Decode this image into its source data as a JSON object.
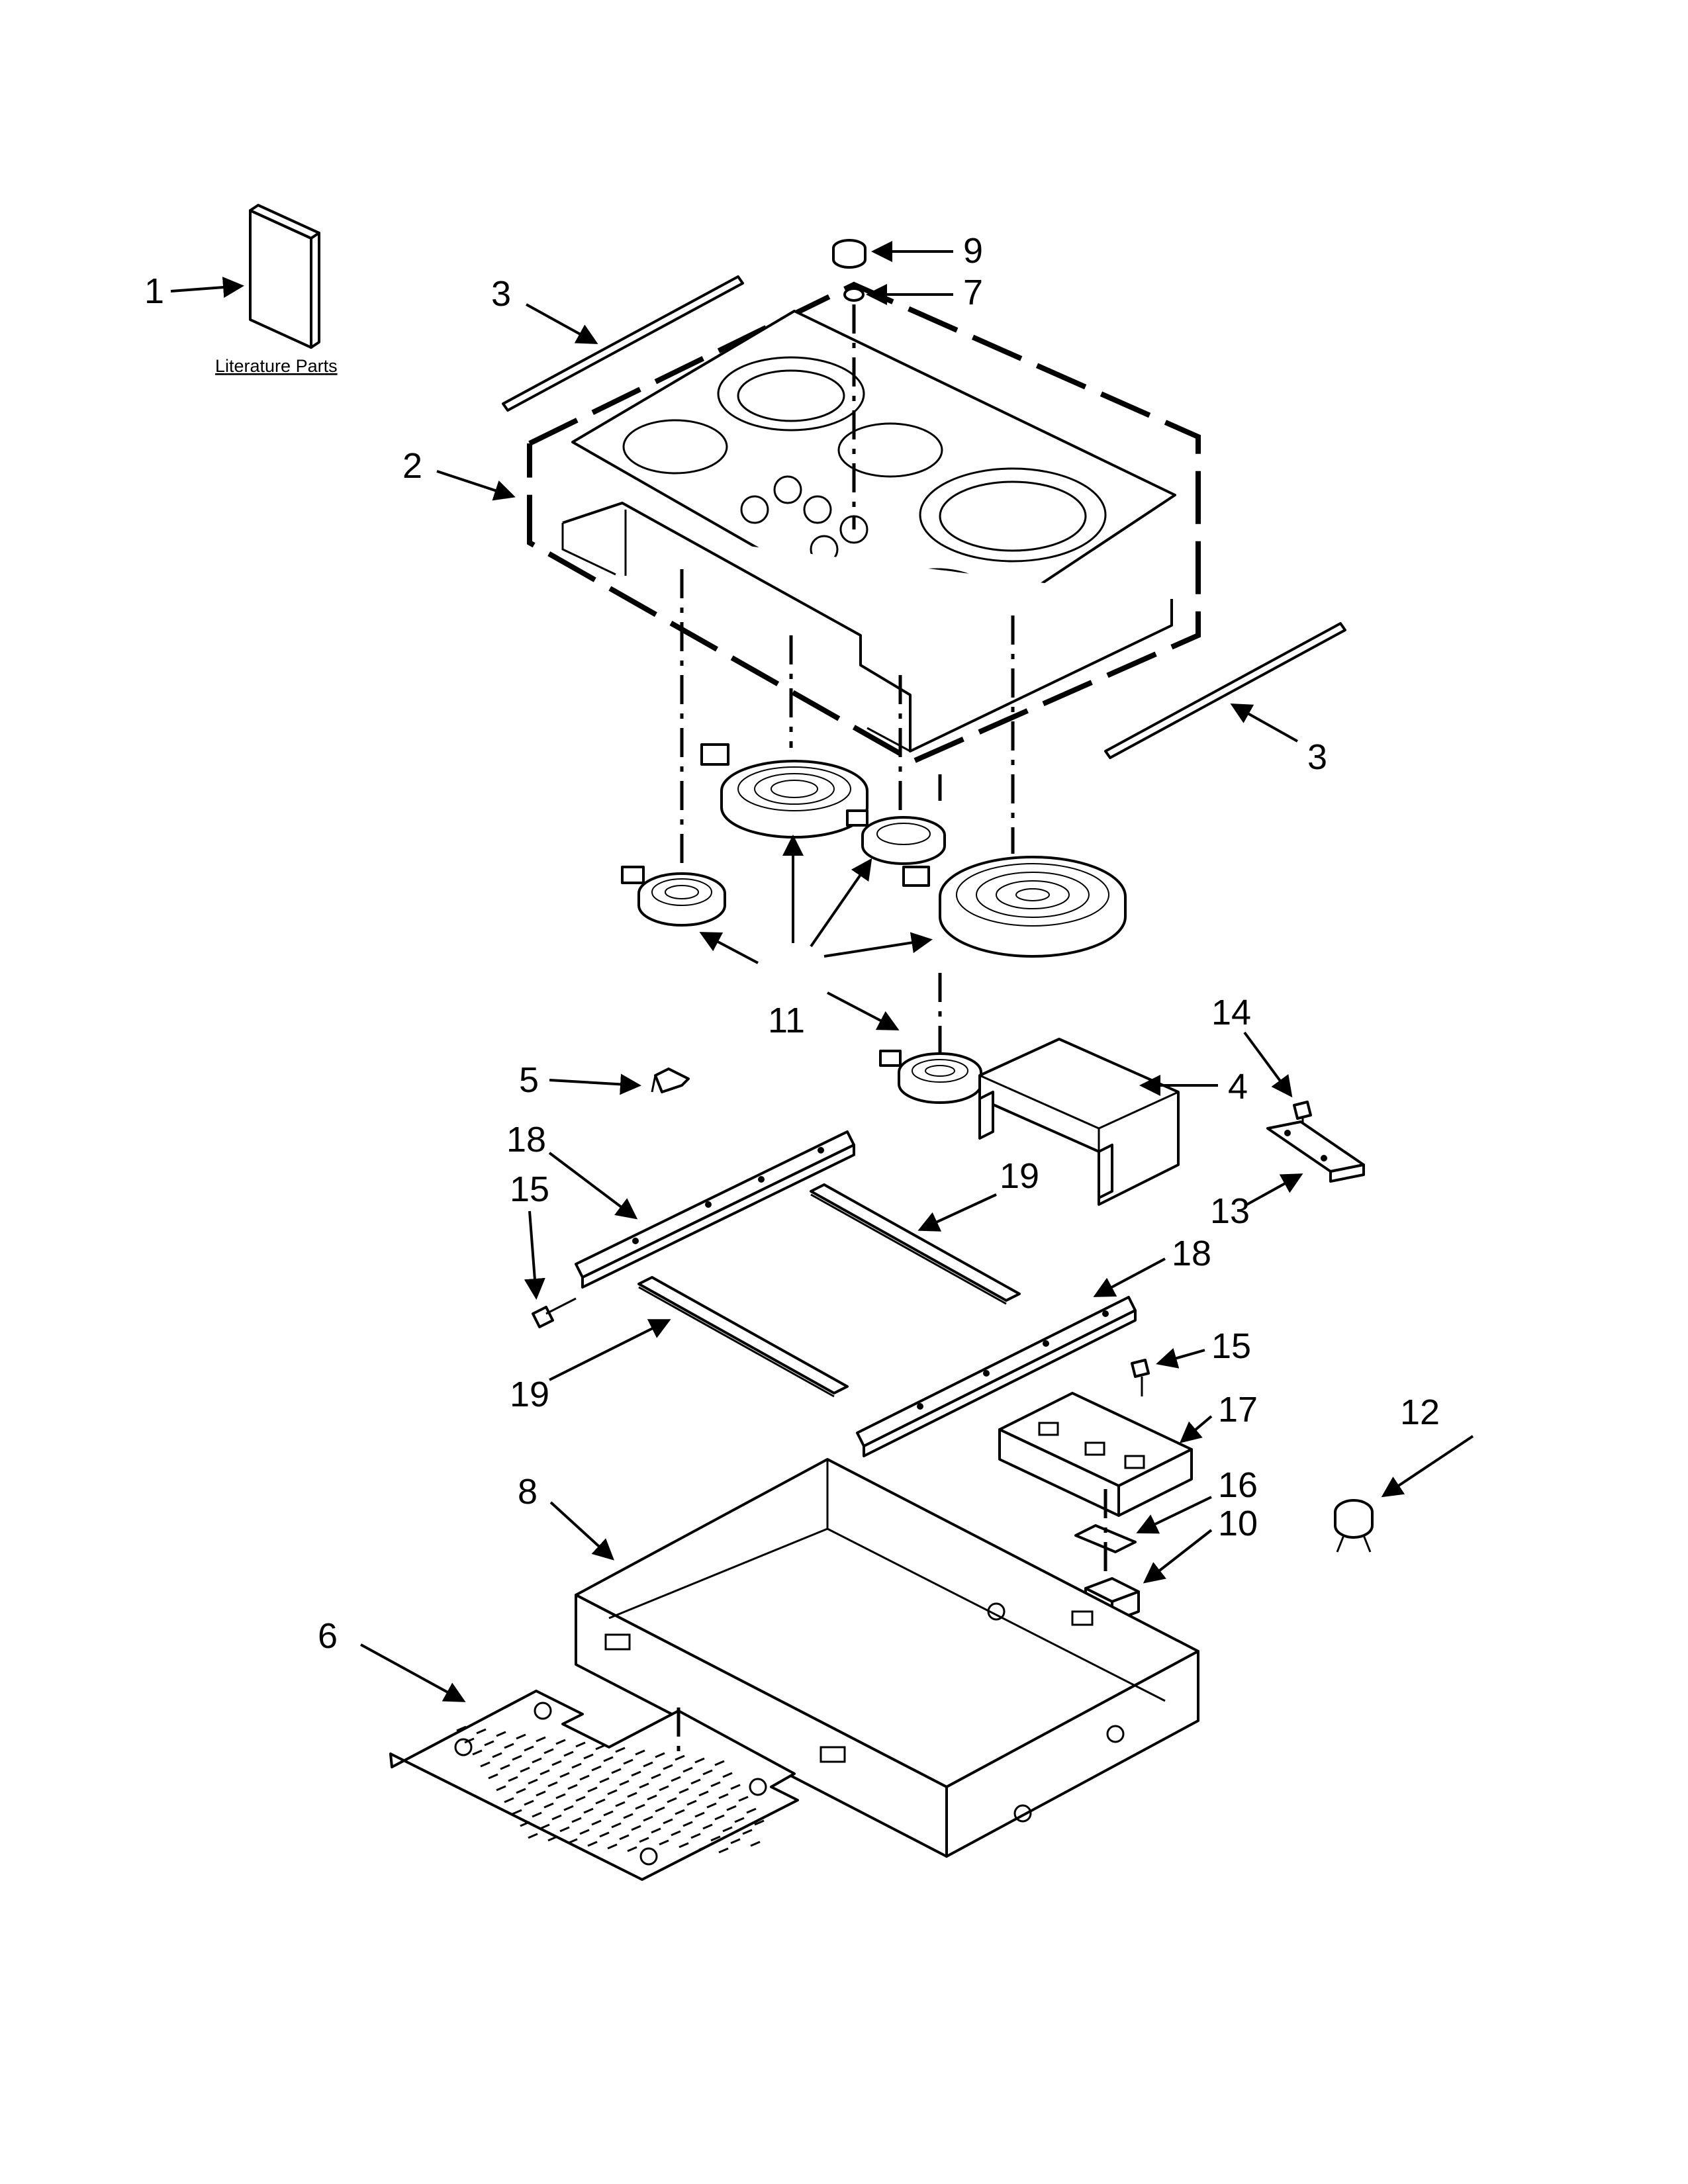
{
  "literature_label": "Literature Parts",
  "callouts": {
    "c1": "1",
    "c2": "2",
    "c3a": "3",
    "c3b": "3",
    "c4": "4",
    "c5": "5",
    "c6": "6",
    "c7": "7",
    "c8": "8",
    "c9": "9",
    "c10": "10",
    "c11": "11",
    "c12": "12",
    "c13": "13",
    "c14": "14",
    "c15a": "15",
    "c15b": "15",
    "c16": "16",
    "c17": "17",
    "c18a": "18",
    "c18b": "18",
    "c19a": "19",
    "c19b": "19"
  }
}
